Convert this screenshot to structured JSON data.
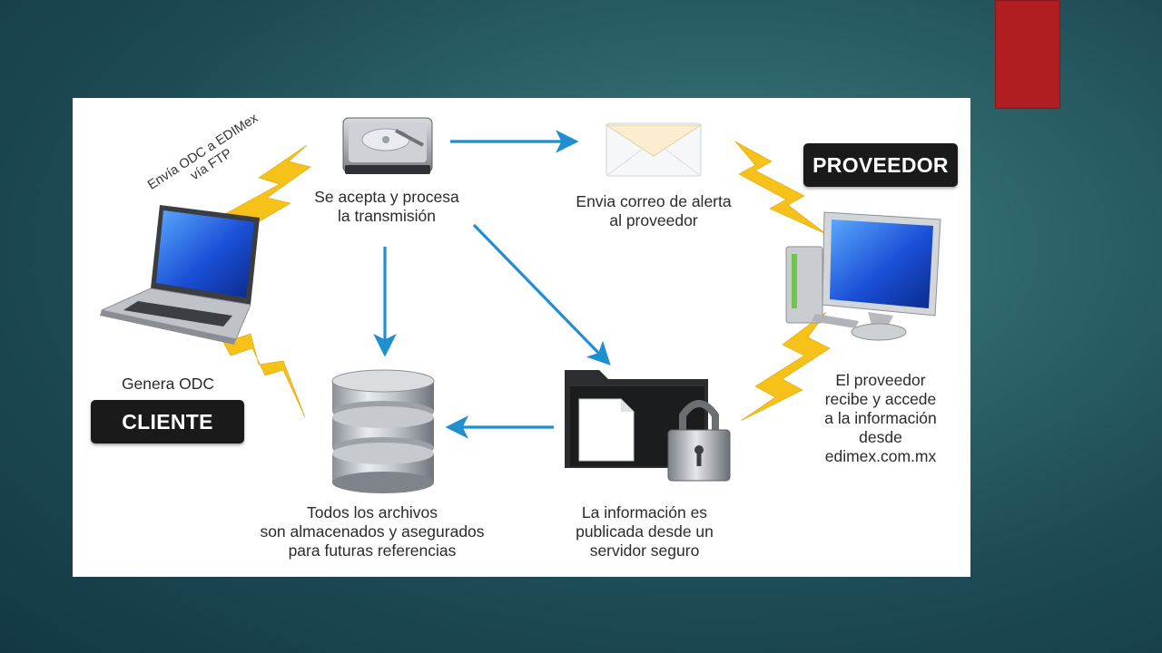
{
  "labels": {
    "ftp_line1": "Envía ODC a EDIMex",
    "ftp_line2": "vía FTP",
    "server_line1": "Se acepta y procesa",
    "server_line2": "la transmisión",
    "email_line1": "Envia correo de alerta",
    "email_line2": "al proveedor",
    "proveedor_badge": "PROVEEDOR",
    "genera_odc": "Genera ODC",
    "cliente_badge": "CLIENTE",
    "storage_line1": "Todos los archivos",
    "storage_line2": "son almacenados y asegurados",
    "storage_line3": "para futuras referencias",
    "publish_line1": "La información es",
    "publish_line2": "publicada desde un",
    "publish_line3": "servidor seguro",
    "access_line1": "El proveedor",
    "access_line2": "recibe y accede",
    "access_line3": "a la información",
    "access_line4": "desde",
    "access_line5": "edimex.com.mx"
  },
  "icons": {
    "server": "hard-drive-icon",
    "email": "envelope-icon",
    "laptop": "laptop-icon",
    "desktop": "desktop-computer-icon",
    "database": "database-icon",
    "secure_folder": "locked-folder-icon"
  },
  "colors": {
    "arrow": "#1f8fcf",
    "lightning": "#f6c21a",
    "badge": "#1a1a1a",
    "accent": "#b01e22"
  }
}
